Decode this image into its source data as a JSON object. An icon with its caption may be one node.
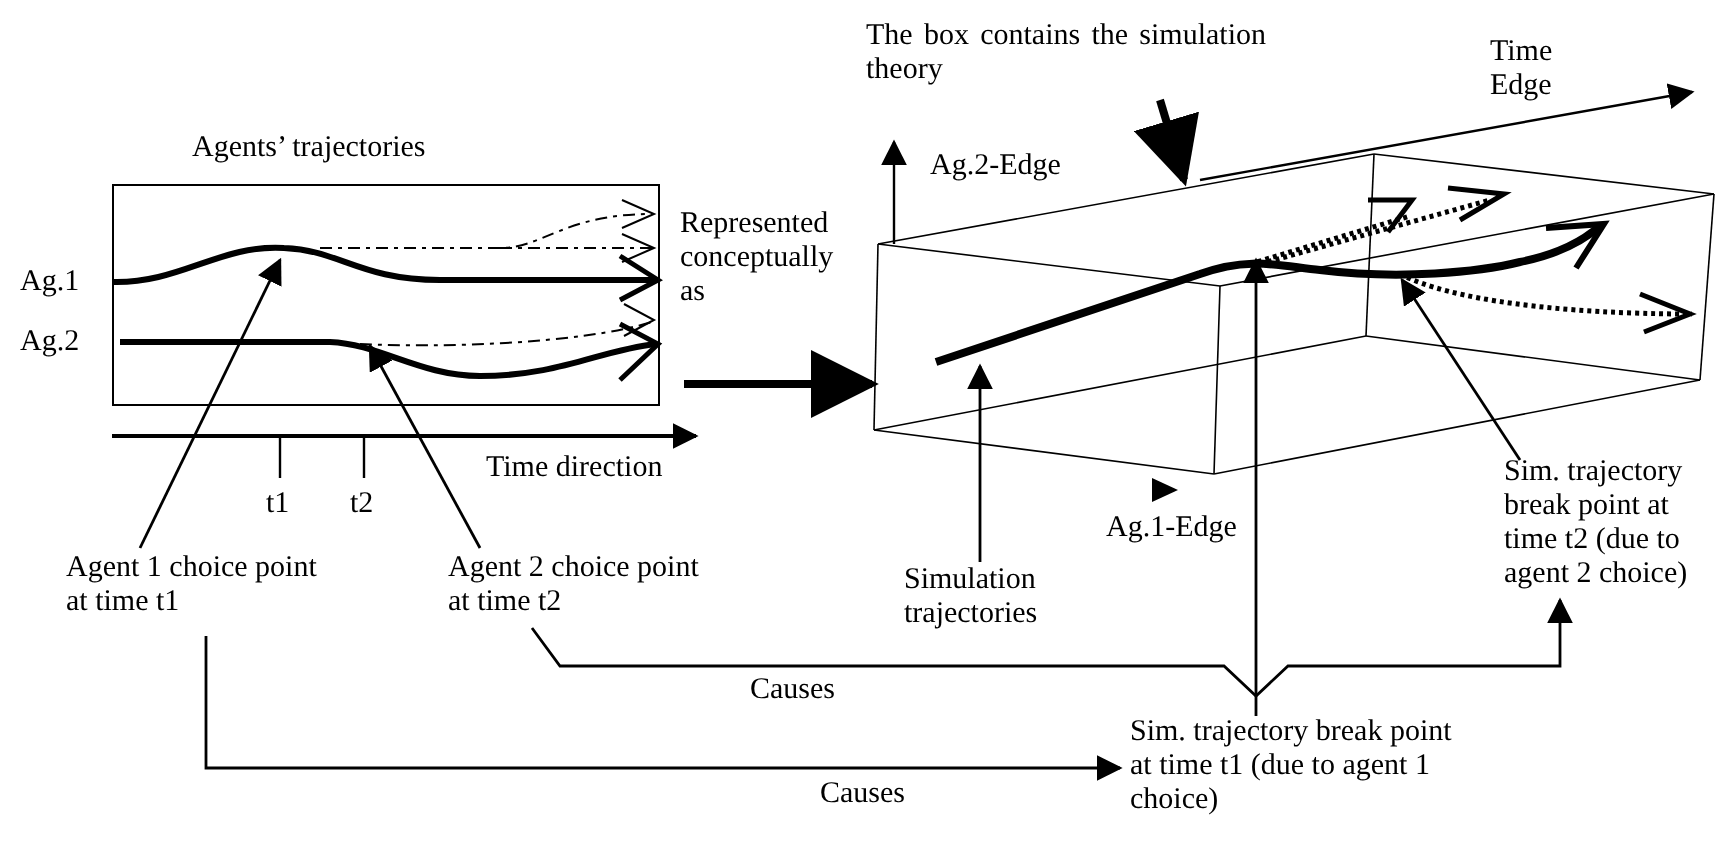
{
  "diagram": {
    "nodes": [
      {
        "text": [
          "The box contains the simulation theory"
        ]
      },
      {
        "text": [
          "Agents’ trajectories"
        ]
      },
      {
        "text": [],
        "shape": "box"
      },
      {
        "text": [
          "Agent 1 choice point at time t1"
        ]
      },
      {
        "text": [
          "Agent 2 choice point at time t2"
        ]
      },
      {
        "text": [
          "Simulation trajectories"
        ]
      },
      {
        "text": [
          "Sim. trajectory break point at time t2 (due to agent 2 choice)"
        ]
      },
      {
        "text": [
          "Sim. trajectory break point at time t1 (due to agent 1 choice)"
        ]
      }
    ],
    "edges": [
      {
        "from": 0,
        "to": 2,
        "arrow": "to",
        "style": "thick"
      },
      {
        "from": 1,
        "to": 2,
        "arrow": "to",
        "style": "thick",
        "label": "Represented conceptually as"
      },
      {
        "from": 3,
        "to": 1,
        "arrow": "to"
      },
      {
        "from": 4,
        "to": 1,
        "arrow": "to"
      },
      {
        "from": 5,
        "to": 2,
        "arrow": "to"
      },
      {
        "from": 6,
        "to": 2,
        "arrow": "to"
      },
      {
        "from": 7,
        "to": 2,
        "arrow": "to"
      },
      {
        "from": 3,
        "to": 7,
        "arrow": "to",
        "label": "Causes"
      },
      {
        "from": 4,
        "to": 6,
        "arrow": "to",
        "label": "Causes"
      }
    ],
    "labels": [
      "Time Edge",
      "Ag.2-Edge",
      "Ag.1",
      "Ag.2",
      "Time direction",
      "t1",
      "t2",
      "Ag.1-Edge"
    ]
  }
}
